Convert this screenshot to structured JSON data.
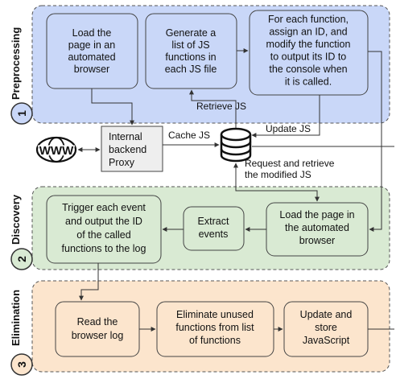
{
  "stages": {
    "preprocessing": {
      "label": "Preprocessing",
      "number": "1",
      "fill": "#c9d7f8",
      "box_fill": "#c9d7f8",
      "boxes": {
        "load_page": [
          "Load the",
          "page in an",
          "automated",
          "browser"
        ],
        "generate_list": [
          "Generate a",
          "list of JS",
          "functions in",
          "each JS file"
        ],
        "assign_id": [
          "For each function,",
          "assign an ID, and",
          "modify the function",
          "to output its ID to",
          "the console when",
          "it is called."
        ]
      }
    },
    "discovery": {
      "label": "Discovery",
      "number": "2",
      "fill": "#d9ead3",
      "boxes": {
        "trigger_event": [
          "Trigger each event",
          "and output the ID",
          "of the called",
          "functions to the log"
        ],
        "extract_events": [
          "Extract",
          "events"
        ],
        "load_page_again": [
          "Load the page in",
          "the automated",
          "browser"
        ]
      }
    },
    "elimination": {
      "label": "Elimination",
      "number": "3",
      "fill": "#fce5cd",
      "boxes": {
        "read_log": [
          "Read the",
          "browser log"
        ],
        "eliminate_unused": [
          "Eliminate unused",
          "functions from list",
          "of functions"
        ],
        "update_store": [
          "Update and",
          "store",
          "JavaScript"
        ]
      }
    }
  },
  "proxy": {
    "lines": [
      "Internal",
      "backend",
      "Proxy"
    ],
    "fill": "#eeeeee"
  },
  "www_icon": {
    "label": "WWW",
    "icon": "globe-icon"
  },
  "database_icon": "database-icon",
  "edge_labels": {
    "retrieve_js": "Retrieve JS",
    "cache_js": "Cache JS",
    "update_js": "Update JS",
    "request_retrieve": [
      "Request and retrieve",
      "the modified JS"
    ]
  }
}
